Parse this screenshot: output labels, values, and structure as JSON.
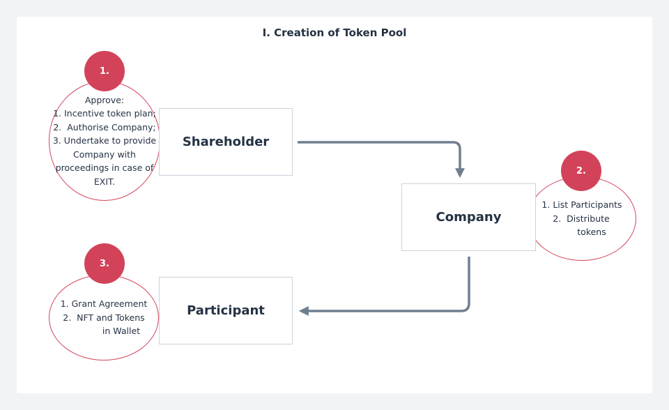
{
  "diagram": {
    "title": "I. Creation of Token Pool",
    "nodes": {
      "shareholder": "Shareholder",
      "company": "Company",
      "participant": "Participant"
    },
    "notes": [
      {
        "badge": "1.",
        "lines": [
          "Approve:",
          "1. Incentive token plan;",
          "2.  Authorise Company;",
          "3. Undertake to provide",
          "Company with",
          "proceedings in case of",
          "EXIT."
        ]
      },
      {
        "badge": "2.",
        "lines": [
          "1. List Participants",
          "2.  Distribute",
          "tokens"
        ]
      },
      {
        "badge": "3.",
        "lines": [
          "1. Grant Agreement",
          "2.  NFT and Tokens",
          "in Wallet"
        ]
      }
    ],
    "colors": {
      "accent": "#d2435a",
      "connector": "#6f7f8f",
      "box_border": "#cbd3dc",
      "text": "#243243"
    }
  }
}
